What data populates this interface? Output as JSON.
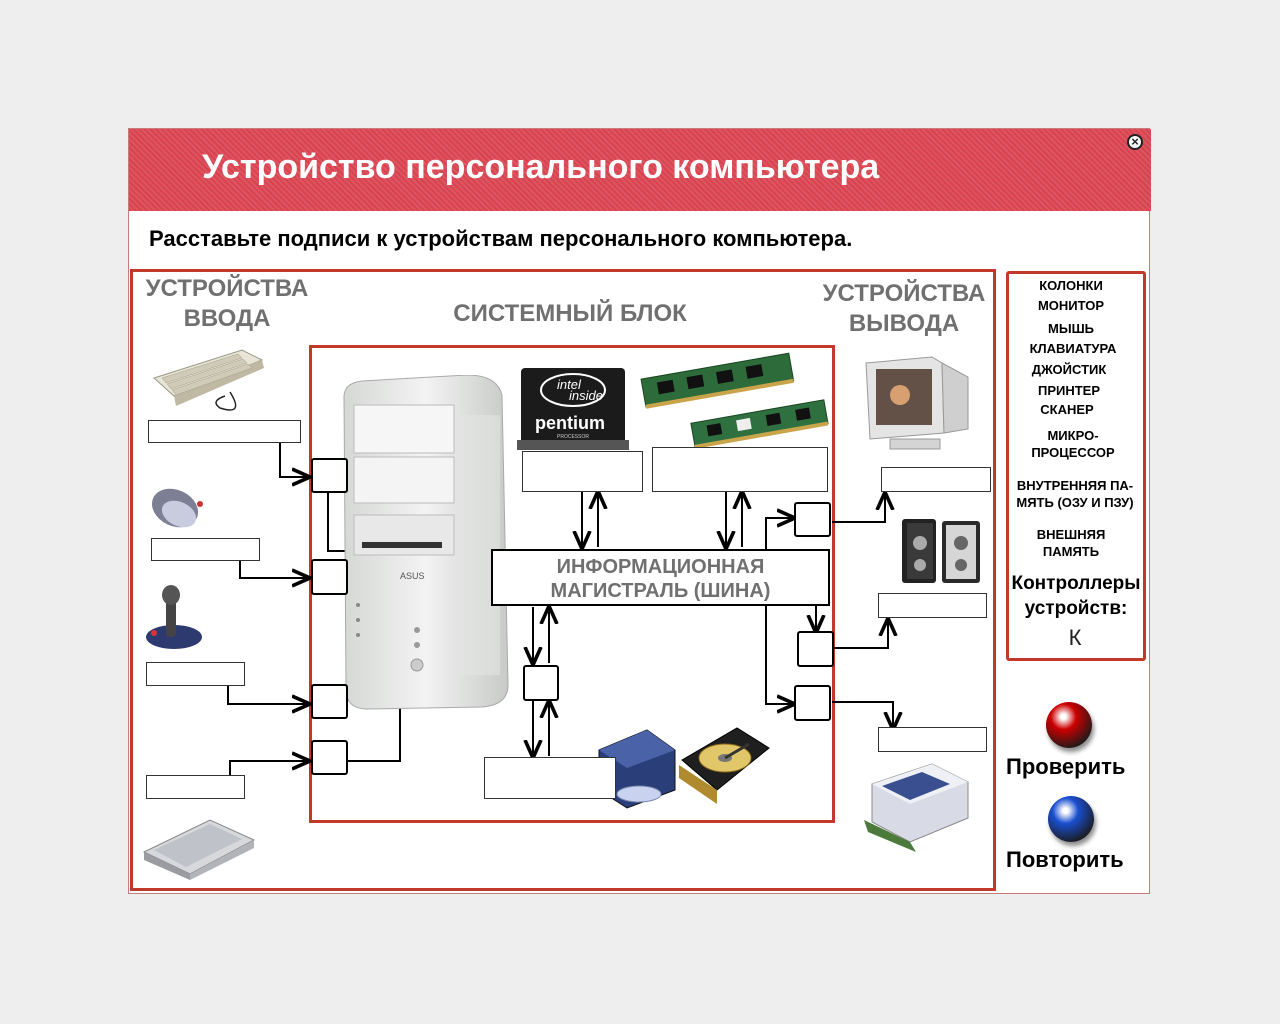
{
  "window": {
    "title": "Устройство персонального компьютера",
    "close_icon": "close-icon",
    "instruction": "Расставьте подписи к  устройствам персонального компьютера."
  },
  "diagram": {
    "input_heading_1": "УСТРОЙСТВА",
    "input_heading_2": "ВВОДА",
    "system_heading": "СИСТЕМНЫЙ БЛОК",
    "output_heading_1": "УСТРОЙСТВА",
    "output_heading_2": "ВЫВОДА",
    "bus_line_1": "ИНФОРМАЦИОННАЯ",
    "bus_line_2": "МАГИСТРАЛЬ (ШИНА)",
    "images": [
      "keyboard-image",
      "mouse-image",
      "joystick-image",
      "scanner-image",
      "system-unit-image",
      "pentium-processor-image",
      "memory-modules-image",
      "drives-image",
      "monitor-image",
      "speakers-image",
      "printer-image"
    ],
    "pentium_logo": {
      "top": "intel",
      "mid": "inside",
      "brand": "pentium",
      "sub": "PROCESSOR"
    },
    "tower_brand": "ASUS"
  },
  "labels_panel": {
    "items": [
      {
        "text": "КОЛОНКИ"
      },
      {
        "text": "МОНИТОР"
      },
      {
        "text": "МЫШЬ"
      },
      {
        "text": "КЛАВИАТУРА"
      },
      {
        "text": "ДЖОЙСТИК"
      },
      {
        "text": "ПРИНТЕР"
      },
      {
        "text": "СКАНЕР"
      },
      {
        "text": "МИКРО-\nПРОЦЕССОР"
      },
      {
        "text": "ВНУТРЕННЯЯ ПА-\nМЯТЬ (ОЗУ И ПЗУ)"
      },
      {
        "text": "ВНЕШНЯЯ\nПАМЯТЬ"
      }
    ],
    "controllers_line_1": "Контроллеры",
    "controllers_line_2": "устройств:",
    "controllers_letter": "К"
  },
  "buttons": {
    "check_label": "Проверить",
    "check_color": "#cc0000",
    "reset_label": "Повторить",
    "reset_color": "#1a4fd1"
  }
}
